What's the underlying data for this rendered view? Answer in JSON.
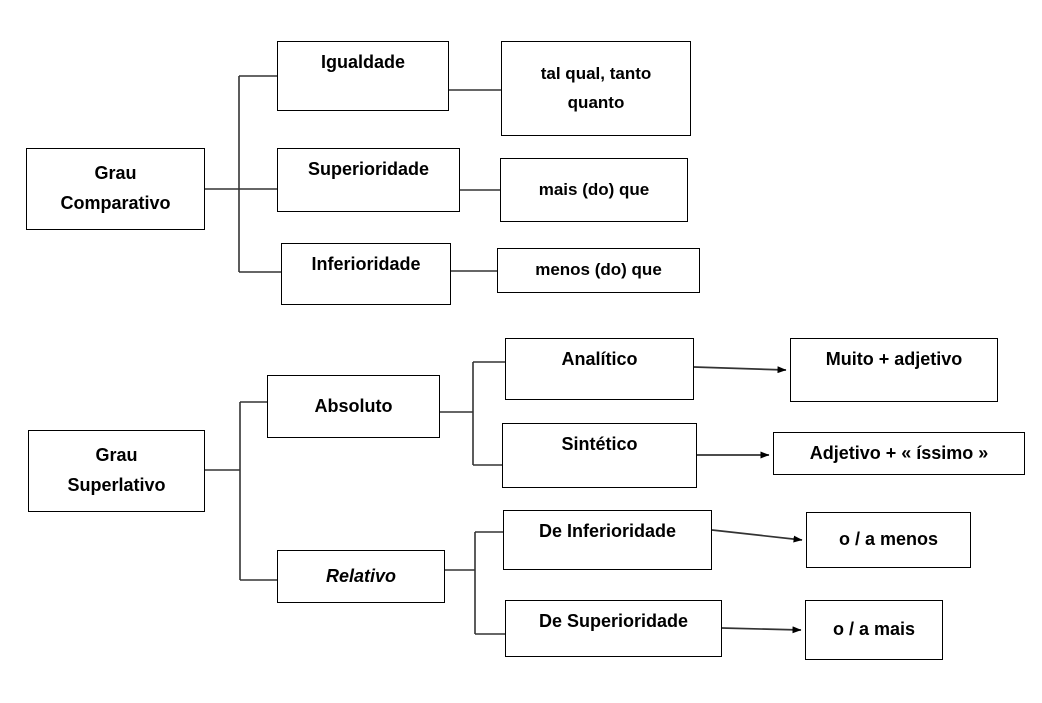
{
  "diagram": {
    "title_semantic": "graus do adjetivo - comparativo e superlativo",
    "line_color": "#000000",
    "box_border_color": "#000000",
    "background_color": "#ffffff",
    "text_color": "#000000"
  },
  "comparativo": {
    "root": {
      "line1": "Grau",
      "line2": "Comparativo"
    },
    "branches": [
      {
        "label": "Igualdade",
        "value": {
          "line1": "tal qual, tanto",
          "line2": "quanto"
        }
      },
      {
        "label": "Superioridade",
        "value": {
          "line1": "mais (do) que"
        }
      },
      {
        "label": "Inferioridade",
        "value": {
          "line1": "menos (do) que"
        }
      }
    ]
  },
  "superlativo": {
    "root": {
      "line1": "Grau",
      "line2": "Superlativo"
    },
    "branches": [
      {
        "label": "Absoluto",
        "italic": false,
        "children": [
          {
            "label": "Analítico",
            "value": "Muito + adjetivo"
          },
          {
            "label": "Sintético",
            "value": "Adjetivo + « íssimo »"
          }
        ]
      },
      {
        "label": "Relativo",
        "italic": true,
        "children": [
          {
            "label": "De Inferioridade",
            "value": "o / a menos"
          },
          {
            "label": "De Superioridade",
            "value": "o / a mais"
          }
        ]
      }
    ]
  }
}
